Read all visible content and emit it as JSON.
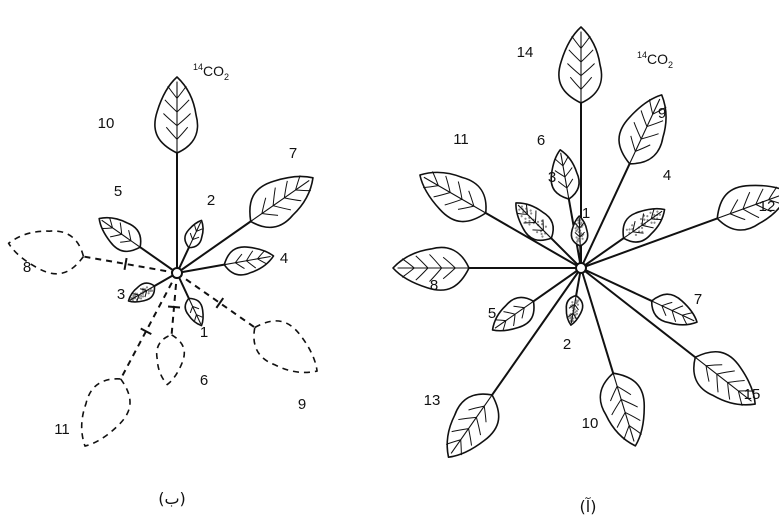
{
  "diagram_b": {
    "leaves": [
      {
        "label": "10",
        "style": "solid",
        "size": "large",
        "speckled": false
      },
      {
        "label": "5",
        "style": "solid",
        "size": "medium",
        "speckled": false
      },
      {
        "label": "7",
        "style": "solid",
        "size": "large",
        "speckled": false
      },
      {
        "label": "2",
        "style": "solid",
        "size": "small",
        "speckled": false
      },
      {
        "label": "4",
        "style": "solid",
        "size": "medium",
        "speckled": false
      },
      {
        "label": "8",
        "style": "dashed",
        "size": "large",
        "speckled": false
      },
      {
        "label": "3",
        "style": "solid",
        "size": "small",
        "speckled": true
      },
      {
        "label": "1",
        "style": "solid",
        "size": "small",
        "speckled": false
      },
      {
        "label": "11",
        "style": "dashed",
        "size": "large",
        "speckled": false
      },
      {
        "label": "6",
        "style": "dashed",
        "size": "medium",
        "speckled": false
      },
      {
        "label": "9",
        "style": "dashed",
        "size": "large",
        "speckled": false
      }
    ],
    "co2": {
      "mass": "14",
      "formula": "CO",
      "sub": "2"
    },
    "caption": "(ب)"
  },
  "diagram_a": {
    "leaves": [
      {
        "label": "14",
        "style": "solid",
        "size": "large",
        "speckled": false
      },
      {
        "label": "6",
        "style": "solid",
        "size": "medium",
        "speckled": false
      },
      {
        "label": "9",
        "style": "solid",
        "size": "large",
        "speckled": false
      },
      {
        "label": "11",
        "style": "solid",
        "size": "large",
        "speckled": false
      },
      {
        "label": "3",
        "style": "solid",
        "size": "medium",
        "speckled": true
      },
      {
        "label": "1",
        "style": "solid",
        "size": "small",
        "speckled": true
      },
      {
        "label": "4",
        "style": "solid",
        "size": "medium",
        "speckled": true
      },
      {
        "label": "12",
        "style": "solid",
        "size": "large",
        "speckled": false
      },
      {
        "label": "8",
        "style": "solid",
        "size": "large",
        "speckled": false
      },
      {
        "label": "5",
        "style": "solid",
        "size": "medium",
        "speckled": false
      },
      {
        "label": "2",
        "style": "solid",
        "size": "small",
        "speckled": true
      },
      {
        "label": "7",
        "style": "solid",
        "size": "medium",
        "speckled": false
      },
      {
        "label": "13",
        "style": "solid",
        "size": "large",
        "speckled": false
      },
      {
        "label": "10",
        "style": "solid",
        "size": "large",
        "speckled": false
      },
      {
        "label": "15",
        "style": "solid",
        "size": "large",
        "speckled": false
      }
    ],
    "co2": {
      "mass": "14",
      "formula": "CO",
      "sub": "2"
    },
    "caption": "(آ)"
  },
  "colors": {
    "ink": "#111111",
    "speckle": "#8a8a8a"
  }
}
